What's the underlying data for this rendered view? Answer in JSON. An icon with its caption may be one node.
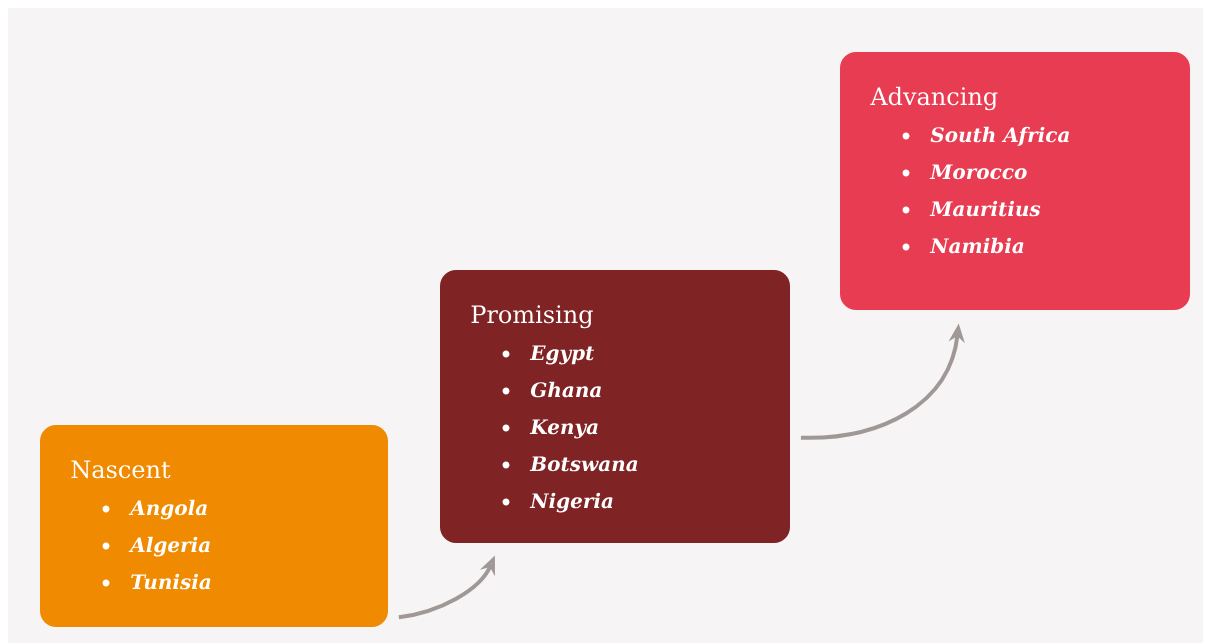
{
  "diagram": {
    "nodes": [
      {
        "text": [
          "Nascent",
          "Angola",
          "Algeria",
          "Tunisia"
        ]
      },
      {
        "text": [
          "Promising",
          "Egypt",
          "Ghana",
          "Kenya",
          "Botswana",
          "Nigeria"
        ]
      },
      {
        "text": [
          "Advancing",
          "South Africa",
          "Morocco",
          "Mauritius",
          "Namibia"
        ]
      }
    ],
    "edges": [
      {
        "from": 0,
        "to": 1,
        "arrow": "to"
      },
      {
        "from": 1,
        "to": 2,
        "arrow": "to"
      }
    ]
  }
}
